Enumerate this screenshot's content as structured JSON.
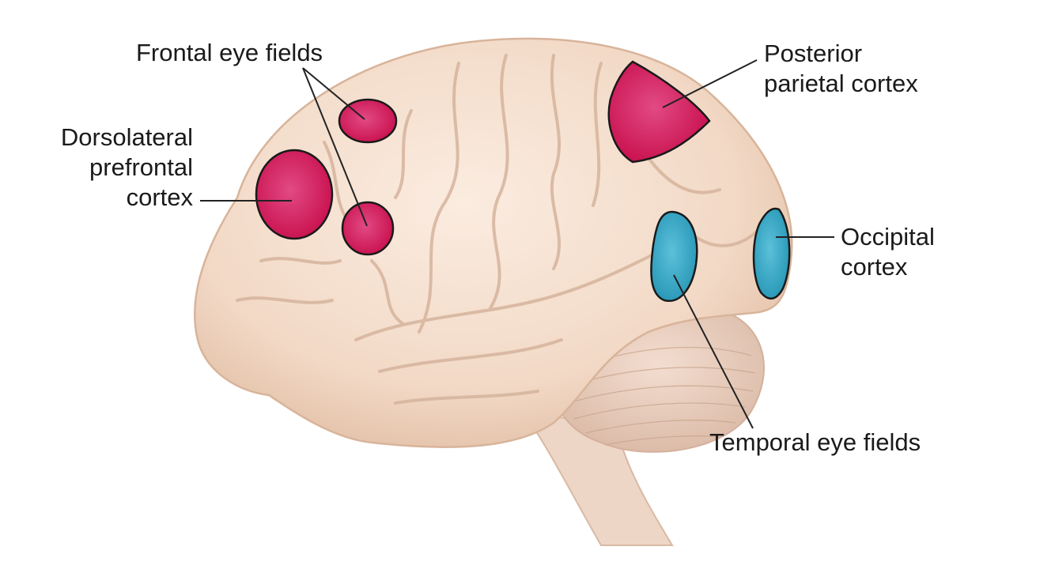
{
  "labels": {
    "frontal_eye_fields": "Frontal eye fields",
    "dorsolateral_prefrontal_cortex": [
      "Dorsolateral",
      "prefrontal",
      "cortex"
    ],
    "posterior_parietal_cortex": [
      "Posterior",
      "parietal cortex"
    ],
    "occipital_cortex": [
      "Occipital",
      "cortex"
    ],
    "temporal_eye_fields": "Temporal eye fields"
  },
  "colors": {
    "frontal_parietal_regions": "#d81b5a",
    "visual_regions": "#33a9c7",
    "brain_tissue": "#f3dccb",
    "brain_shadow": "#dbbba5",
    "leader_lines": "#222222"
  }
}
